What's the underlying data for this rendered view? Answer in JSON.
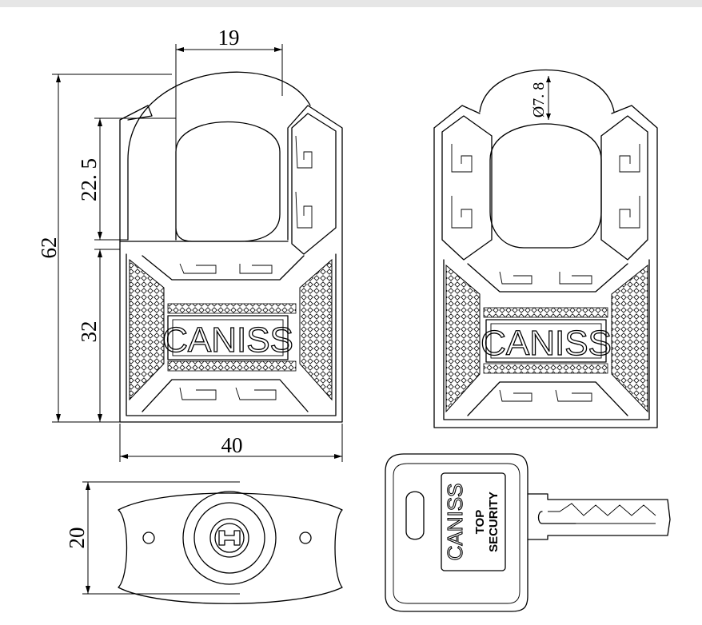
{
  "dimensions": {
    "shackle_width": "19",
    "shackle_clearance": "22. 5",
    "total_height": "62",
    "body_height": "32",
    "body_width": "40",
    "shackle_diameter": "Ø7. 8",
    "body_depth": "20"
  },
  "branding": {
    "front_logo": "CANISS",
    "back_logo": "CANISS",
    "key_logo": "CANISS",
    "key_line1": "TOP",
    "key_line2": "SECURITY"
  },
  "colors": {
    "line": "#000000",
    "background": "#ffffff",
    "top_bar": "#e6e6e6"
  }
}
